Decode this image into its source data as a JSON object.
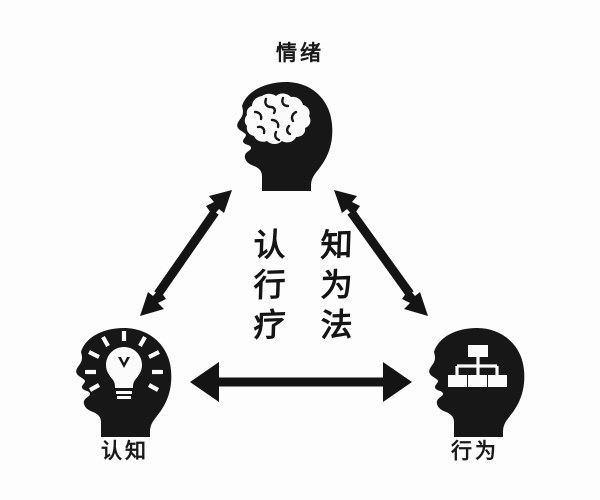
{
  "diagram": {
    "title_center": {
      "full_text": "认知行为疗法",
      "chars": [
        "认",
        "知",
        "行",
        "为",
        "疗",
        "法"
      ]
    },
    "background_color": "#fdfdfd",
    "ink_color": "#171717",
    "nodes": [
      {
        "id": "emotion",
        "label": "情绪",
        "icon": "brain-icon",
        "position": "top"
      },
      {
        "id": "cognition",
        "label": "认知",
        "icon": "lightbulb-icon",
        "position": "bottom-left"
      },
      {
        "id": "behavior",
        "label": "行为",
        "icon": "org-chart-icon",
        "position": "bottom-right"
      }
    ],
    "connectors": [
      {
        "id": "emotion-cognition",
        "style": "double-arrow"
      },
      {
        "id": "emotion-behavior",
        "style": "double-arrow"
      },
      {
        "id": "cognition-behavior",
        "style": "double-arrow"
      }
    ]
  }
}
